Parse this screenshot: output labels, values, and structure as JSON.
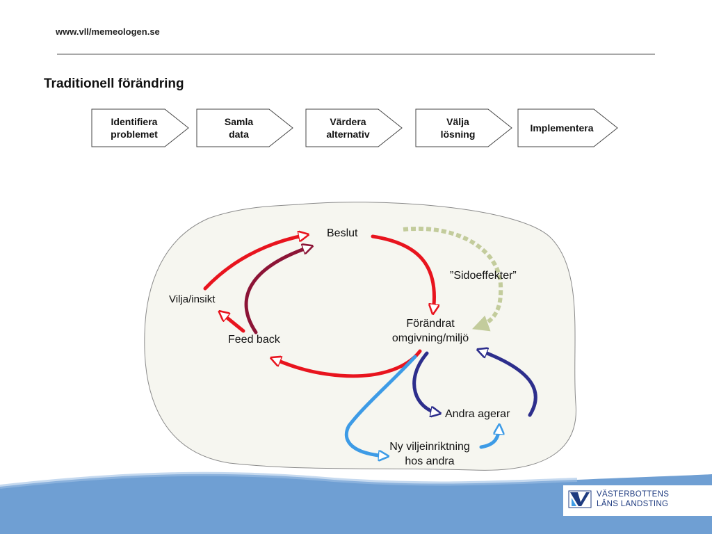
{
  "header": {
    "url": "www.vll/memeologen.se",
    "title": "Traditionell förändring"
  },
  "process_steps": [
    {
      "label": "Identifiera\nproblemet"
    },
    {
      "label": "Samla\ndata"
    },
    {
      "label": "Värdera\nalternativ"
    },
    {
      "label": "Välja\nlösning"
    },
    {
      "label": "Implementera"
    }
  ],
  "cycle": {
    "nodes": {
      "beslut": "Beslut",
      "sidoeffekter": "”Sidoeffekter”",
      "vilja": "Vilja/insikt",
      "feedback": "Feed back",
      "forandrat": "Förändrat\nomgivning/miljö",
      "andra_agerar": "Andra agerar",
      "ny_vilje": "Ny viljeinriktning\nhos andra"
    },
    "colors": {
      "red": "#e8141e",
      "dark_red": "#8c1436",
      "olive_dashed": "#c3cc9c",
      "navy": "#2d2e8c",
      "light_blue": "#3d9be6",
      "blob_fill": "#f6f6f0",
      "blob_stroke": "#8a8a8a"
    }
  },
  "footer": {
    "logo": {
      "line1": "VÄSTERBOTTENS",
      "line2": "LÄNS LANDSTING",
      "color": "#1e3b80"
    },
    "wave_color": "#6f9fd3"
  }
}
